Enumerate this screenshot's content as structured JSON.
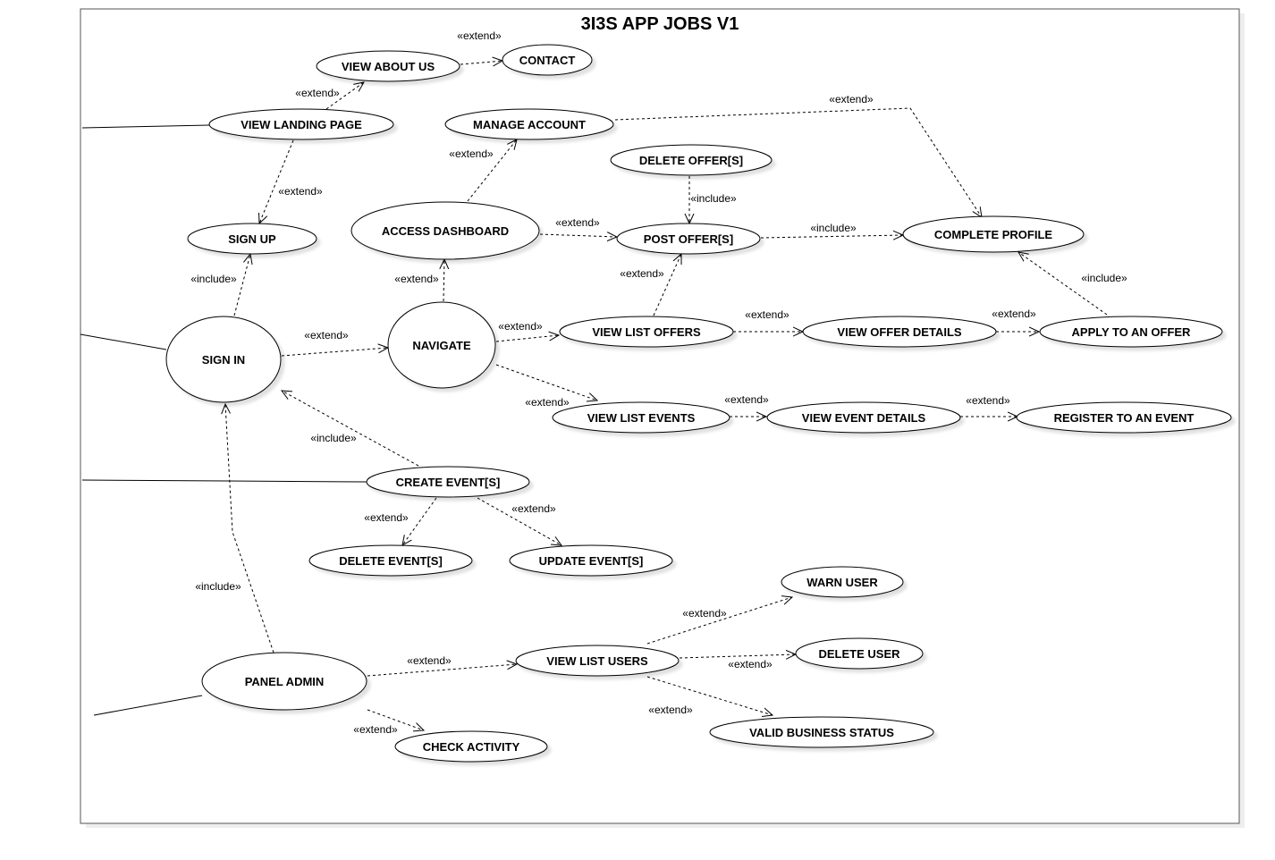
{
  "diagram": {
    "title": "3I3S APP JOBS V1",
    "use_cases": {
      "view_about_us": "VIEW ABOUT US",
      "contact": "CONTACT",
      "view_landing_page": "VIEW LANDING PAGE",
      "manage_account": "MANAGE ACCOUNT",
      "delete_offers": "DELETE OFFER[S]",
      "sign_up": "SIGN UP",
      "access_dashboard": "ACCESS DASHBOARD",
      "post_offers": "POST OFFER[S]",
      "complete_profile": "COMPLETE PROFILE",
      "sign_in": "SIGN IN",
      "navigate": "NAVIGATE",
      "view_list_offers": "VIEW LIST OFFERS",
      "view_offer_details": "VIEW OFFER DETAILS",
      "apply_to_an_offer": "APPLY TO AN OFFER",
      "view_list_events": "VIEW LIST EVENTS",
      "view_event_details": "VIEW EVENT DETAILS",
      "register_to_an_event": "REGISTER TO AN EVENT",
      "create_events": "CREATE EVENT[S]",
      "delete_events": "DELETE EVENT[S]",
      "update_events": "UPDATE EVENT[S]",
      "warn_user": "WARN USER",
      "delete_user": "DELETE USER",
      "panel_admin": "PANEL ADMIN",
      "view_list_users": "VIEW LIST USERS",
      "valid_business_status": "VALID BUSINESS STATUS",
      "check_activity": "CHECK ACTIVITY"
    },
    "stereotypes": {
      "extend": "«extend»",
      "include": "«include»"
    }
  }
}
